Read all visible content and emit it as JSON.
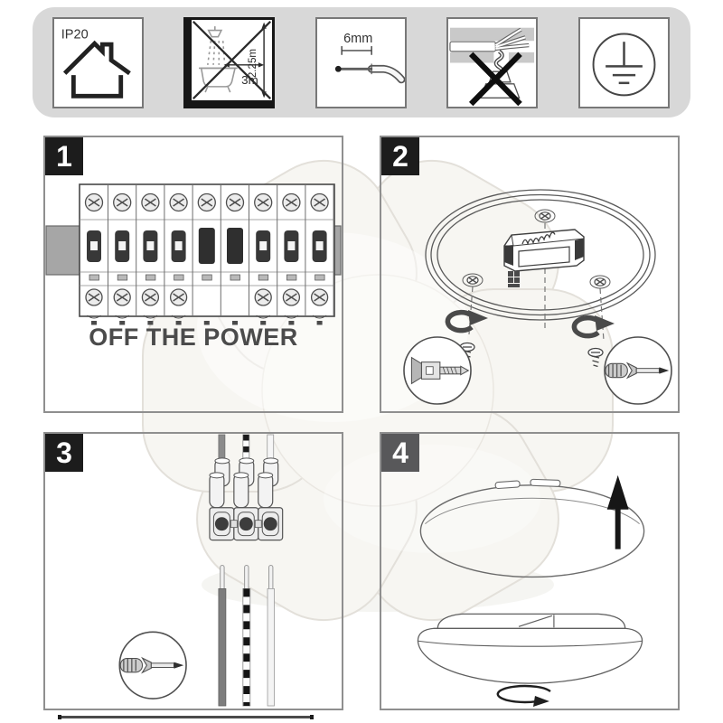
{
  "window": {
    "background": "#ffffff"
  },
  "safety_bar": {
    "background": "#d8d8d8",
    "icons": [
      {
        "name": "indoor-use-ip20-icon",
        "label": "IP20"
      },
      {
        "name": "no-bathroom-zone-icon",
        "vertical_label": "2.25m",
        "horizontal_label": "3m"
      },
      {
        "name": "wire-strip-length-icon",
        "label": "6mm"
      },
      {
        "name": "no-suspend-by-cable-icon"
      },
      {
        "name": "protective-earth-icon"
      }
    ]
  },
  "steps": [
    {
      "number": "1",
      "caption": "OFF THE POWER",
      "badge_style": "background:#1c1c1c"
    },
    {
      "number": "2",
      "badge_style": "background:#1c1c1c"
    },
    {
      "number": "3",
      "badge_style": "background:#1c1c1c"
    },
    {
      "number": "4",
      "badge_style": "background:#58585a"
    }
  ],
  "colors": {
    "bar_background": "#d8d8d8",
    "badge_dark": "#1c1c1c",
    "badge_gray": "#58585a",
    "caption_text": "#4b4b4b",
    "line_art": "#4f4f4f",
    "lamp_photo_tint": "#f7f6f2"
  }
}
